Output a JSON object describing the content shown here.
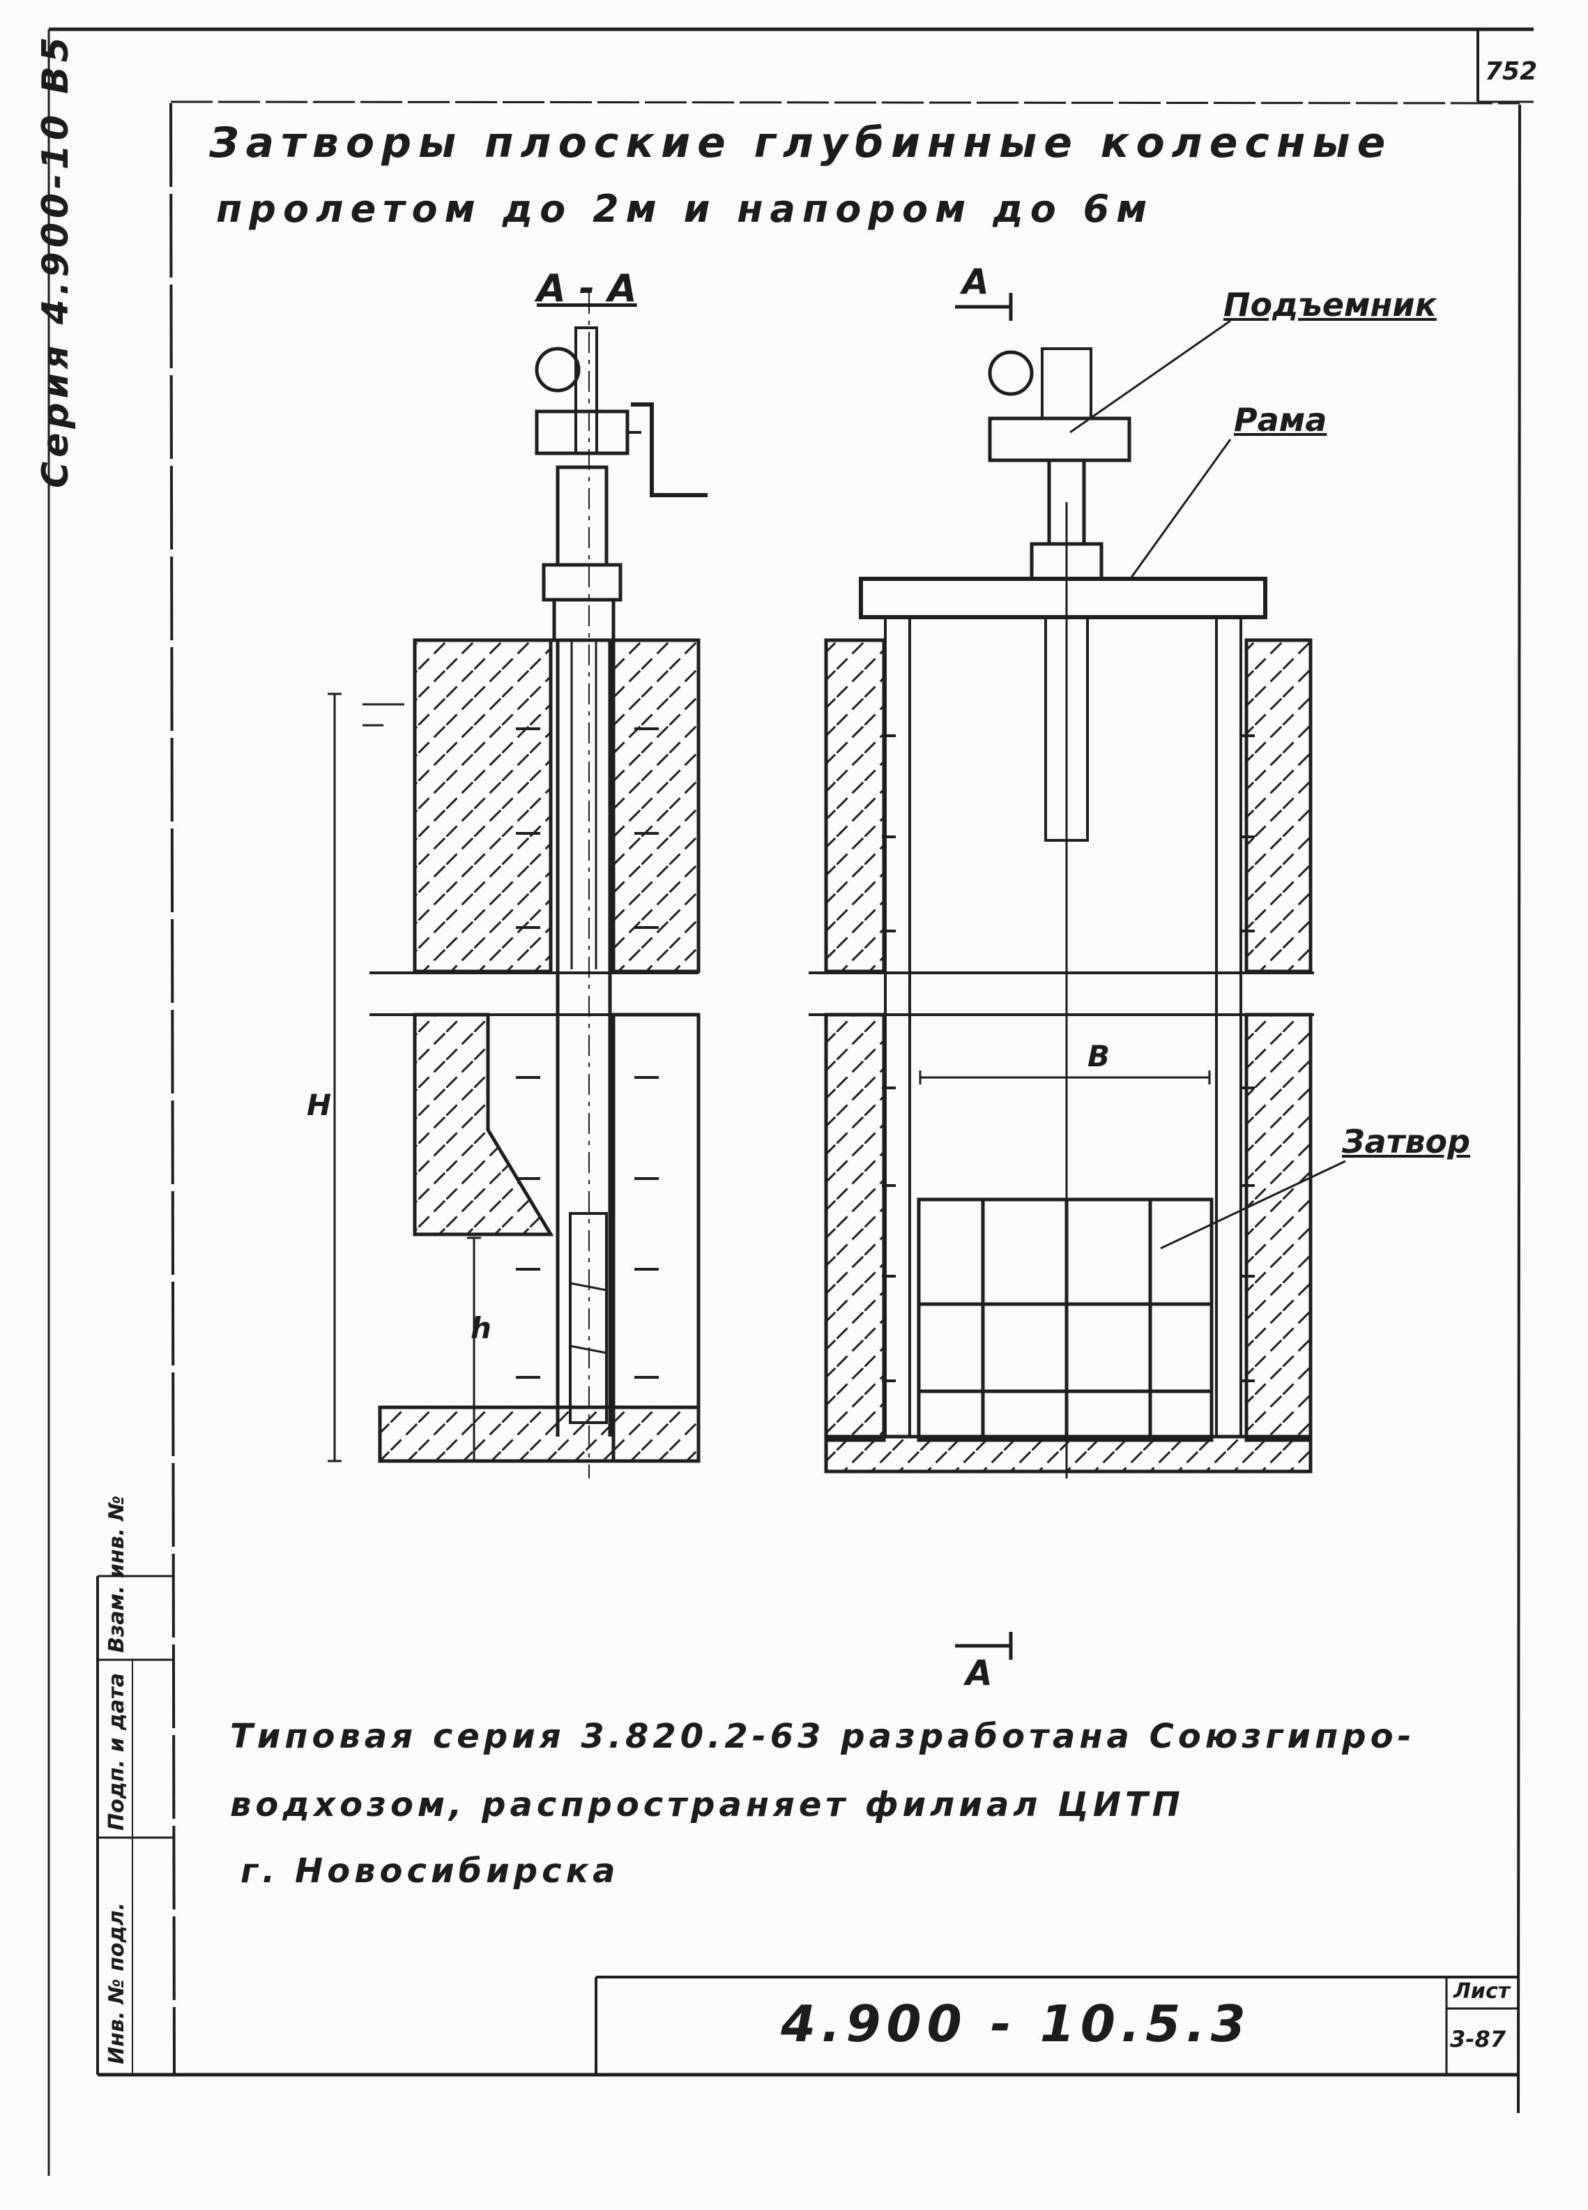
{
  "sheet": {
    "page_number": "752",
    "series_stamp": "Серия 4.900-10 В5",
    "title_line1": "Затворы плоские глубинные колесные",
    "title_line2": "пролетом до 2м и напором до 6м"
  },
  "views": {
    "section_label": "А - А",
    "cut_mark_top": "А",
    "cut_mark_bottom": "А"
  },
  "callouts": {
    "hoist": "Подъемник",
    "frame": "Рама",
    "gate": "Затвор"
  },
  "dimensions": {
    "height_total": "Н",
    "height_opening": "h",
    "width_span": "В"
  },
  "note": {
    "line1": "Типовая серия 3.820.2-63 разработана Союзгипро-",
    "line2": "водхозом, распространяет филиал ЦИТП",
    "line3": "г. Новосибирска"
  },
  "side_stamp": {
    "field1": "Инв. № подл.",
    "field2": "Подп. и дата",
    "field3": "Взам. инв. №"
  },
  "title_block": {
    "code": "4.900 - 10.5.3",
    "sheet_label": "Лист",
    "sheet_number": "3-87"
  }
}
